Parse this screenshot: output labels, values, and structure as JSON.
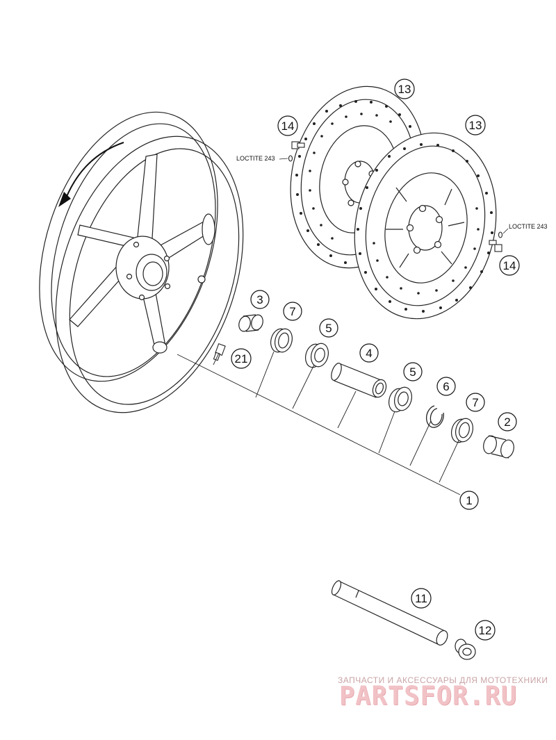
{
  "callouts": [
    {
      "id": "c1",
      "label": "1"
    },
    {
      "id": "c2",
      "label": "2"
    },
    {
      "id": "c3",
      "label": "3"
    },
    {
      "id": "c4",
      "label": "4"
    },
    {
      "id": "c5a",
      "label": "5"
    },
    {
      "id": "c5b",
      "label": "5"
    },
    {
      "id": "c6",
      "label": "6"
    },
    {
      "id": "c7a",
      "label": "7"
    },
    {
      "id": "c7b",
      "label": "7"
    },
    {
      "id": "c11",
      "label": "11"
    },
    {
      "id": "c12",
      "label": "12"
    },
    {
      "id": "c13a",
      "label": "13"
    },
    {
      "id": "c13b",
      "label": "13"
    },
    {
      "id": "c14a",
      "label": "14"
    },
    {
      "id": "c14b",
      "label": "14"
    },
    {
      "id": "c21",
      "label": "21"
    }
  ],
  "notes": {
    "loctite_left": "LOCTITE 243",
    "loctite_right": "LOCTITE 243"
  },
  "watermark": {
    "tagline": "ЗАПЧАСТИ И АКСЕССУАРЫ ДЛЯ МОТОТЕХНИКИ",
    "brand": "PARTSFOR.RU"
  }
}
